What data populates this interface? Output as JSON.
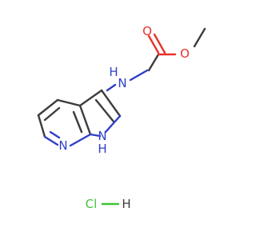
{
  "molecule": {
    "atom_labels": {
      "carbonyl_oxygen": "O",
      "ester_oxygen": "O",
      "amine_nitrogen": "N",
      "amine_hydrogen": "H",
      "pyridine_nitrogen": "N",
      "pyrrole_nitrogen": "N",
      "pyrrole_hydrogen": "H",
      "chlorine": "Cl",
      "salt_hydrogen": "H"
    },
    "colors": {
      "bond": "#3c3c3c",
      "oxygen": "#e8322c",
      "nitrogen": "#2f3fc7",
      "chlorine": "#42c23a"
    }
  }
}
